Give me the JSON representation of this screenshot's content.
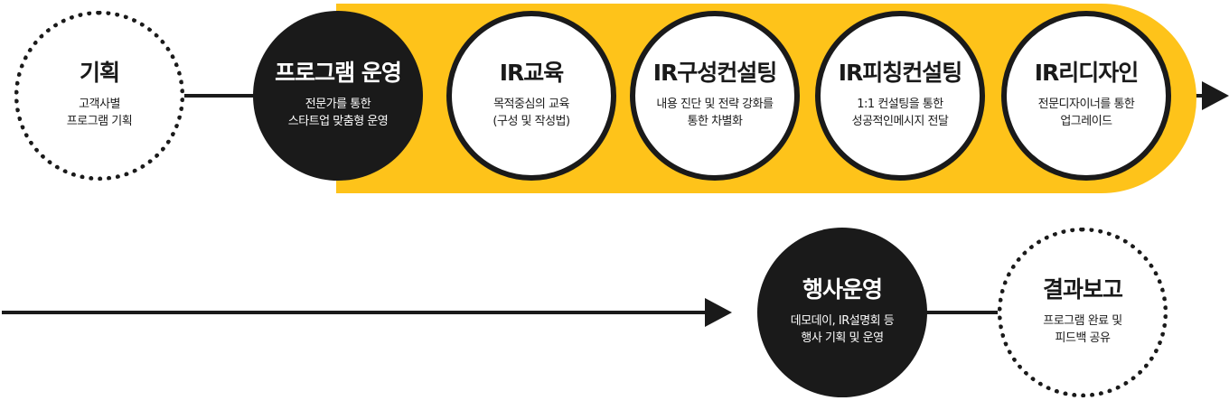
{
  "colors": {
    "accent_yellow": "#fec31a",
    "dark": "#1a1a1a",
    "white": "#ffffff"
  },
  "steps": [
    {
      "title": "기획",
      "desc": "고객사별\n프로그램 기획"
    },
    {
      "title": "프로그램 운영",
      "desc": "전문가를 통한\n스타트업 맞춤형 운영"
    },
    {
      "title": "IR교육",
      "desc": "목적중심의 교육\n(구성 및 작성법)"
    },
    {
      "title": "IR구성컨설팅",
      "desc": "내용 진단 및 전략 강화를\n통한 차별화"
    },
    {
      "title": "IR피칭컨설팅",
      "desc": "1:1 컨설팅을 통한\n성공적인메시지 전달"
    },
    {
      "title": "IR리디자인",
      "desc": "전문디자이너를 통한\n업그레이드"
    },
    {
      "title": "행사운영",
      "desc": "데모데이, IR설명회 등\n행사 기획 및 운영"
    },
    {
      "title": "결과보고",
      "desc": "프로그램 완료 및\n피드백 공유"
    }
  ]
}
